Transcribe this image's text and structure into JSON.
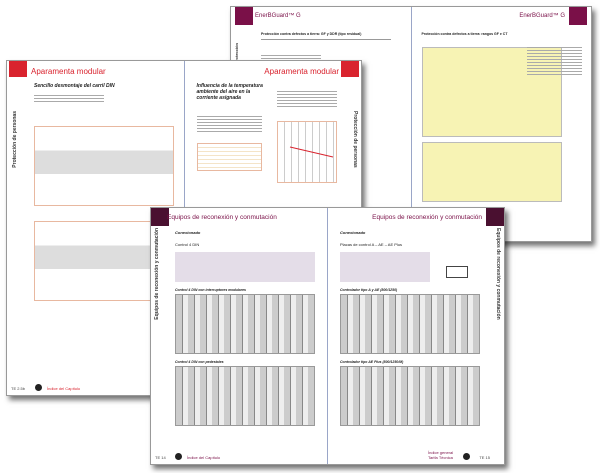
{
  "back_spread": {
    "left_title": "EnerBGuard™ G",
    "left_heading": "Protección contra defectos a tierra: GF y DDR (tipo residual)",
    "right_title": "EnerBGuard™ G",
    "right_heading": "Protección contra defectos a tierra: rangos GF e CT",
    "side_label": "Unidades de protección",
    "accent": "#7a1048"
  },
  "middle_spread": {
    "left_title": "Aparamenta modular",
    "left_heading": "Sencillo desmontaje del carril DIN",
    "right_title": "Aparamenta modular",
    "right_heading": "Influencia de la temperatura ambiente del aire en la corriente asignada",
    "side_label": "Protección de personas",
    "page_left": "TE 2.5b",
    "footer_link": "Índice del Capítulo",
    "accent": "#d9232e"
  },
  "front_spread": {
    "left_title": "Equipos de reconexión y conmutación",
    "left_section": "Conexionado",
    "left_subsection": "Control 4 DIN",
    "left_fig1": "Control 4 DIN con interruptores modulares",
    "left_fig2": "Control 4 DIN con pedestales",
    "right_title": "Equipos de reconexión y conmutación",
    "right_section": "Conexionado",
    "right_subsection": "Placas de control A – AE – AE Plus",
    "right_fig1": "Controlador tipo A y AE (800/1250)",
    "right_fig2": "Controlador tipo AE Plus (800/1250/M)",
    "side_label": "Equipos de reconexión y conmutación",
    "page_left": "TE 14",
    "page_right": "TE 15",
    "footer_link": "Índice del Capítulo",
    "footer_link2": "Índice general Tarifa Técnica",
    "accent": "#4a1030"
  }
}
